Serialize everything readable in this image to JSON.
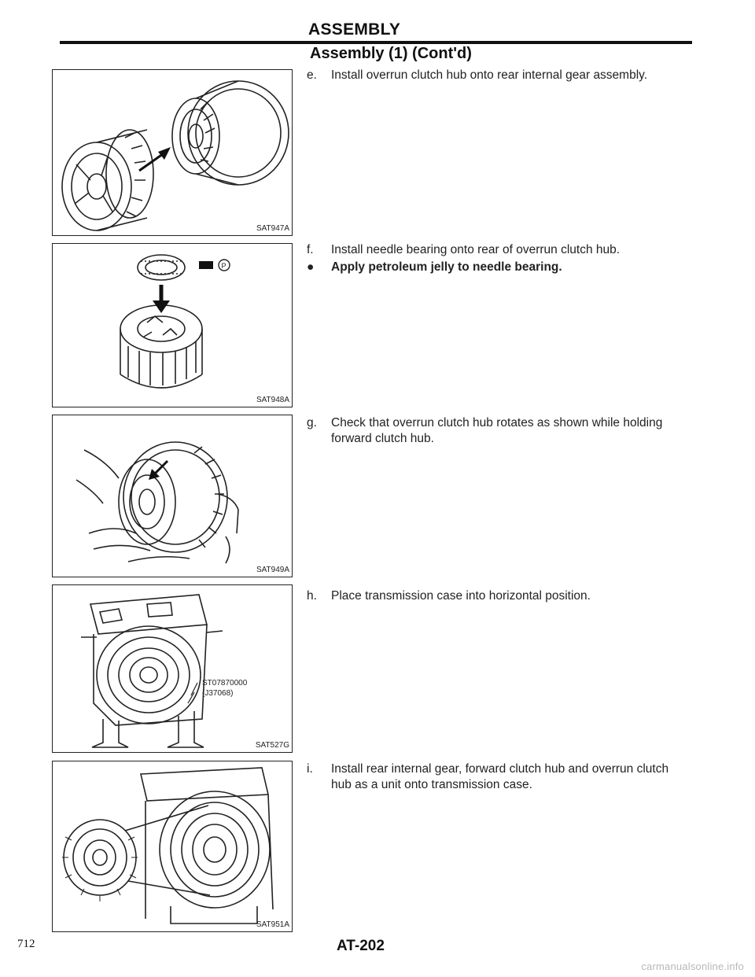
{
  "header": {
    "section_title": "ASSEMBLY",
    "subheading": "Assembly (1) (Cont'd)"
  },
  "figures": [
    {
      "code": "SAT947A",
      "icon": "hub-onto-gear-illustration"
    },
    {
      "code": "SAT948A",
      "icon": "needle-bearing-illustration"
    },
    {
      "code": "SAT949A",
      "icon": "hub-rotation-check-illustration"
    },
    {
      "code": "SAT527G",
      "icon": "transmission-case-illustration",
      "callout_line1": "ST07870000",
      "callout_line2": "(J37068)"
    },
    {
      "code": "SAT951A",
      "icon": "install-gear-unit-illustration"
    }
  ],
  "steps": [
    {
      "marker": "e.",
      "text": "Install overrun clutch hub onto rear internal gear assembly."
    },
    {
      "marker": "f.",
      "text": "Install needle bearing onto rear of overrun clutch hub."
    },
    {
      "marker": "●",
      "text": "Apply petroleum jelly to needle bearing."
    },
    {
      "marker": "g.",
      "text": "Check that overrun clutch hub rotates as shown while holding forward clutch hub."
    },
    {
      "marker": "h.",
      "text": "Place transmission case into horizontal position."
    },
    {
      "marker": "i.",
      "text": "Install rear internal gear, forward clutch hub and overrun clutch hub as a unit onto transmission case."
    }
  ],
  "footer": {
    "page_id": "AT-202",
    "page_number": "712",
    "watermark": "carmanualsonline.info"
  },
  "colors": {
    "ink": "#111111",
    "paper": "#ffffff",
    "watermark": "#b8b8b8"
  }
}
